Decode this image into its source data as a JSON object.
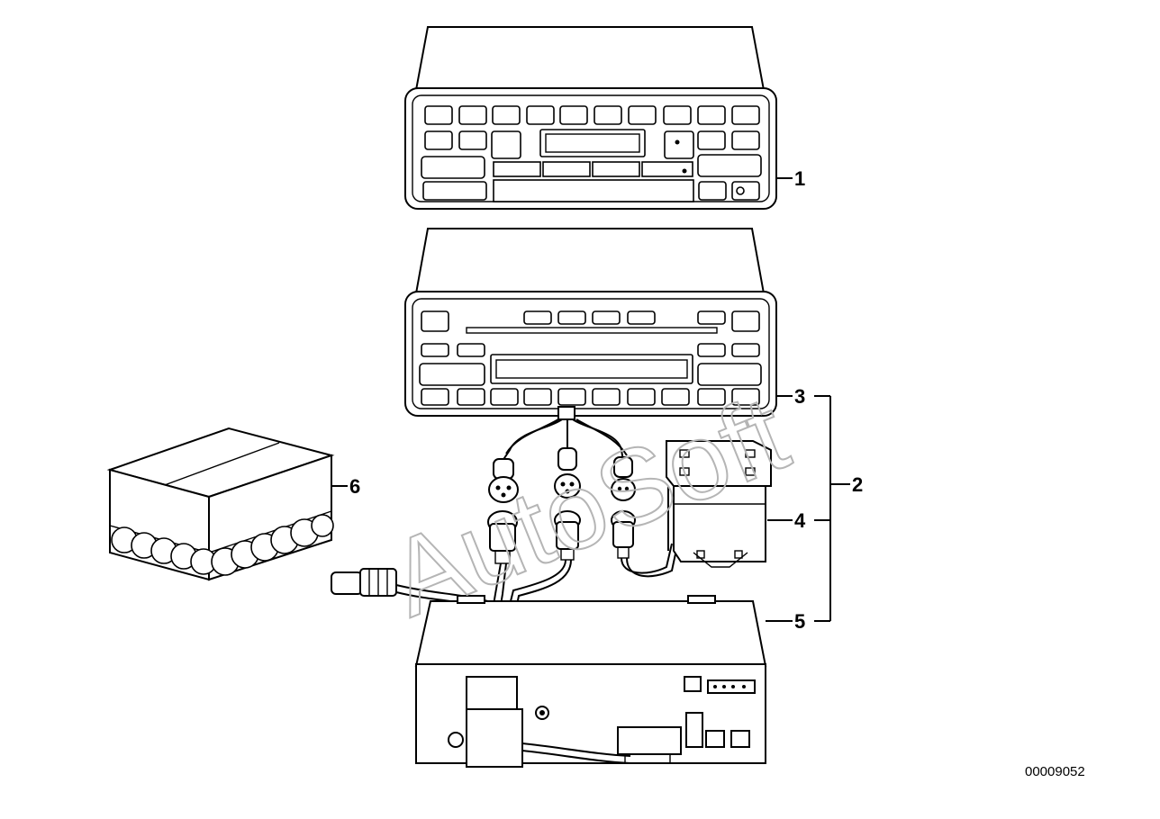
{
  "diagram": {
    "watermark": "AutoSoft",
    "reference_number": "00009052",
    "callouts": [
      {
        "id": "1",
        "label": "1"
      },
      {
        "id": "2",
        "label": "2"
      },
      {
        "id": "3",
        "label": "3"
      },
      {
        "id": "4",
        "label": "4"
      },
      {
        "id": "5",
        "label": "5"
      },
      {
        "id": "6",
        "label": "6"
      }
    ],
    "parts": [
      {
        "id": "radio-unit-1",
        "callout": "1",
        "icon": "radio-cassette-icon"
      },
      {
        "id": "radio-unit-3",
        "callout": "3",
        "icon": "radio-cd-icon"
      },
      {
        "id": "bracket-4",
        "callout": "4",
        "icon": "mounting-bracket-icon"
      },
      {
        "id": "amplifier-5",
        "callout": "5",
        "icon": "amplifier-box-icon"
      },
      {
        "id": "box-6",
        "callout": "6",
        "icon": "storage-box-icon"
      }
    ]
  }
}
